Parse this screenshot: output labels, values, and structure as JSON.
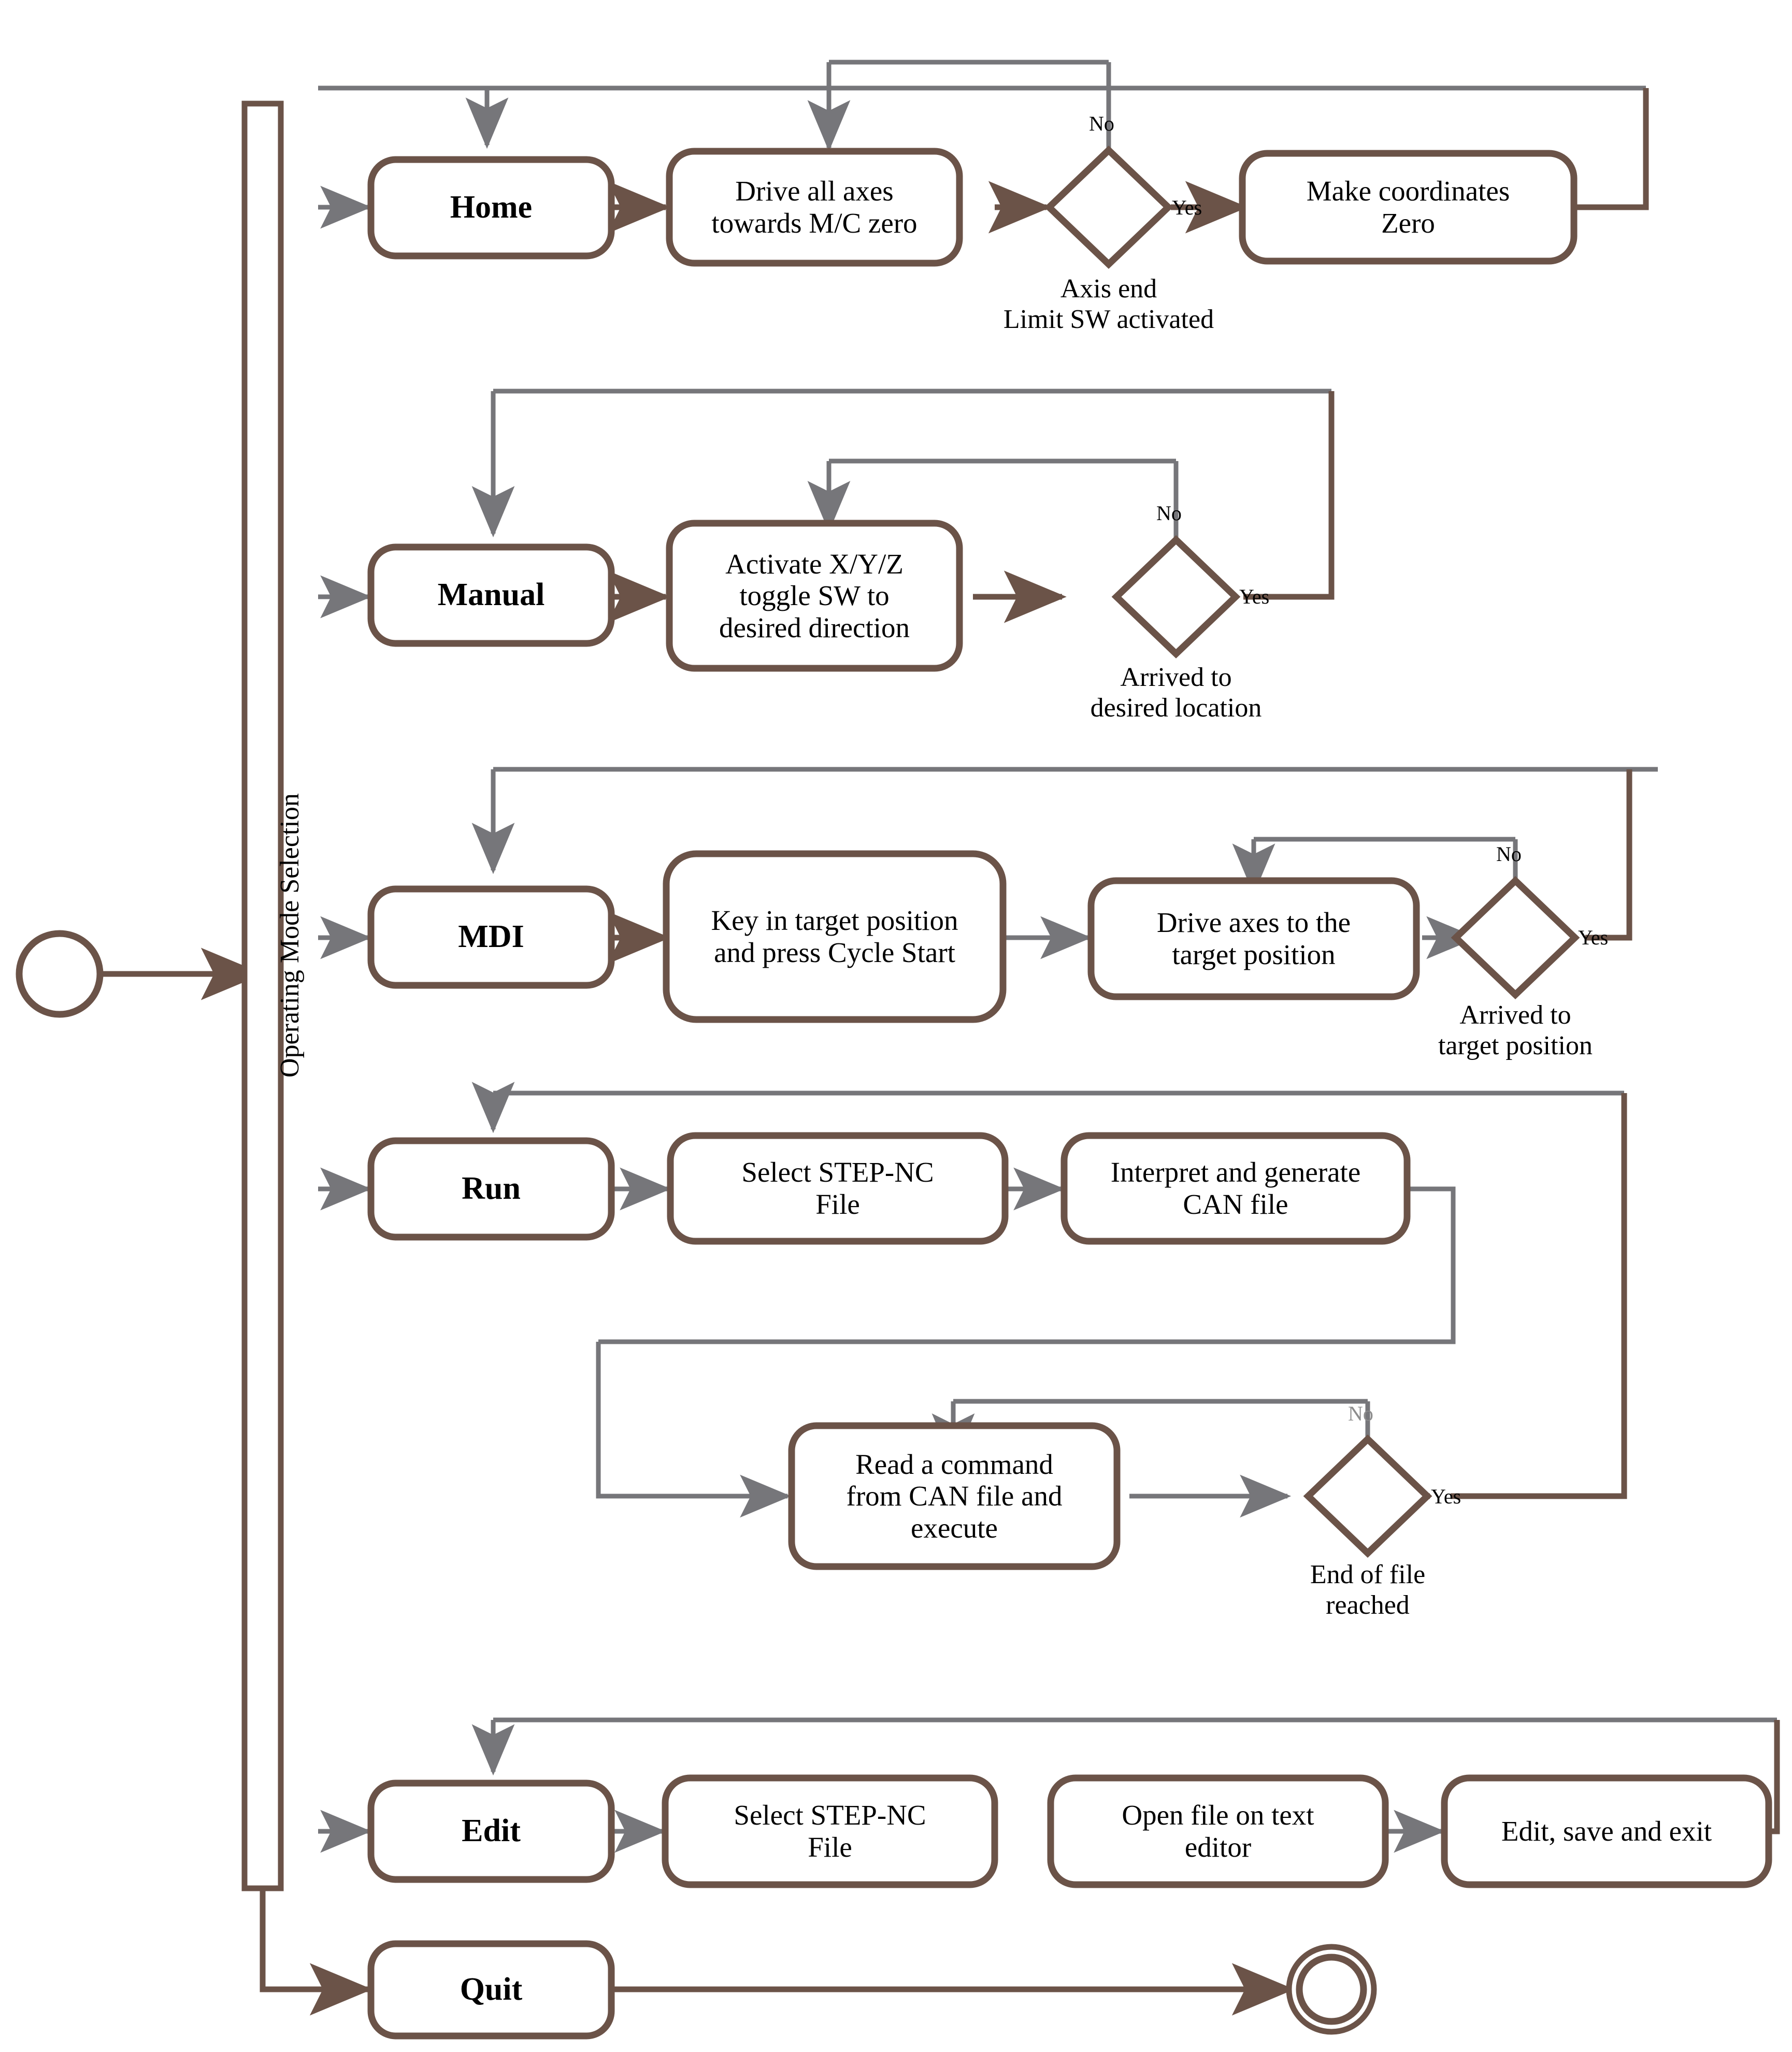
{
  "diagram": {
    "title": "Operating Mode Selection Activity Flowchart",
    "swimlane_label": "Operating Mode Selection",
    "colors": {
      "node_border": "#6b5348",
      "brown_edge": "#6b5348",
      "gray_edge": "#76767a",
      "text": "#000000",
      "dim_text": "#8d8d8d",
      "background": "#ffffff"
    },
    "start_node": {
      "name": "start",
      "shape": "circle"
    },
    "end_node": {
      "name": "end",
      "shape": "double-circle"
    },
    "modes": [
      {
        "id": "home",
        "label": "Home"
      },
      {
        "id": "manual",
        "label": "Manual"
      },
      {
        "id": "mdi",
        "label": "MDI"
      },
      {
        "id": "run",
        "label": "Run"
      },
      {
        "id": "edit",
        "label": "Edit"
      },
      {
        "id": "quit",
        "label": "Quit"
      }
    ],
    "steps": [
      {
        "id": "home_drive",
        "label": "Drive all axes\ntowards M/C zero"
      },
      {
        "id": "home_zero",
        "label": "Make coordinates\nZero"
      },
      {
        "id": "manual_toggle",
        "label": "Activate X/Y/Z\ntoggle SW to\ndesired direction"
      },
      {
        "id": "mdi_key",
        "label": "Key in target position\nand press Cycle Start"
      },
      {
        "id": "mdi_drive",
        "label": "Drive axes to the\ntarget position"
      },
      {
        "id": "run_select",
        "label": "Select STEP-NC\nFile"
      },
      {
        "id": "run_interpret",
        "label": "Interpret and generate\nCAN file"
      },
      {
        "id": "run_read",
        "label": "Read a command\nfrom CAN file and\nexecute"
      },
      {
        "id": "edit_select",
        "label": "Select STEP-NC\nFile"
      },
      {
        "id": "edit_open",
        "label": "Open file on text\neditor"
      },
      {
        "id": "edit_save",
        "label": "Edit, save and exit"
      }
    ],
    "decisions": [
      {
        "id": "d_home",
        "caption": "Axis end\nLimit SW activated",
        "yes": "Yes",
        "no": "No"
      },
      {
        "id": "d_manual",
        "caption": "Arrived to\ndesired location",
        "yes": "Yes",
        "no": "No"
      },
      {
        "id": "d_mdi",
        "caption": "Arrived to\ntarget position",
        "yes": "Yes",
        "no": "No"
      },
      {
        "id": "d_run",
        "caption": "End of file\nreached",
        "yes": "Yes",
        "no": "No"
      }
    ]
  }
}
